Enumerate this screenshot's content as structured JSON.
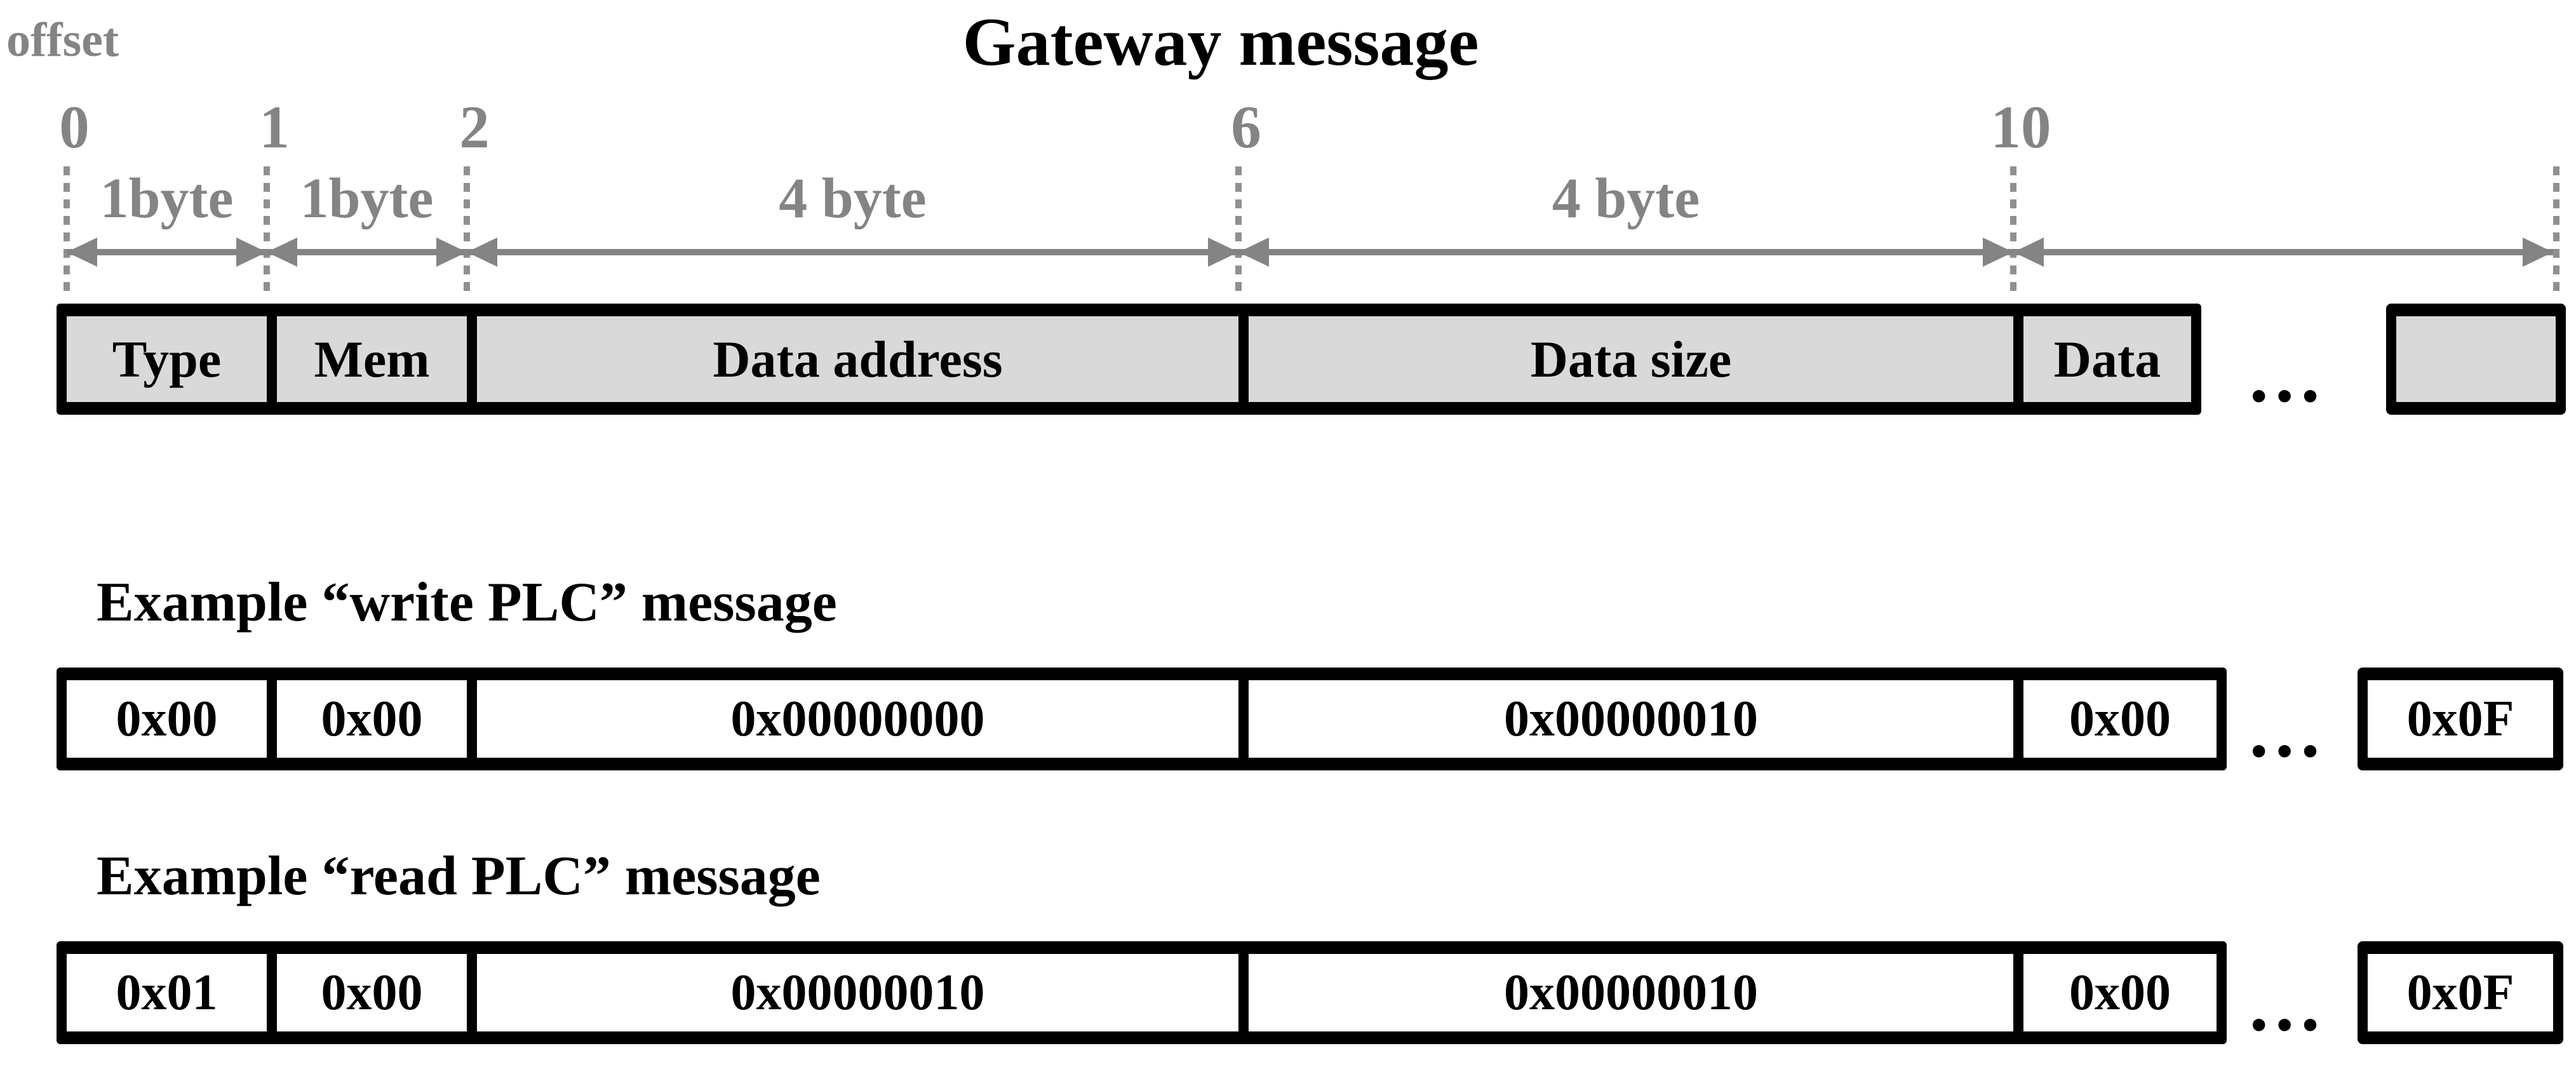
{
  "title": "Gateway message",
  "offset_axis": {
    "label": "offset",
    "values": [
      "0",
      "1",
      "2",
      "6",
      "10"
    ]
  },
  "byte_spans": [
    "1byte",
    "1byte",
    "4 byte",
    "4 byte",
    ""
  ],
  "gateway_row": {
    "fields": [
      "Type",
      "Mem",
      "Data address",
      "Data size",
      "Data"
    ],
    "ellipsis": "…",
    "trailing": ""
  },
  "examples": [
    {
      "heading": "Example “write PLC” message",
      "values": [
        "0x00",
        "0x00",
        "0x00000000",
        "0x00000010",
        "0x00"
      ],
      "ellipsis": "…",
      "trailing": "0x0F"
    },
    {
      "heading": "Example “read PLC” message",
      "values": [
        "0x01",
        "0x00",
        "0x00000010",
        "0x00000010",
        "0x00"
      ],
      "ellipsis": "…",
      "trailing": "0x0F"
    }
  ],
  "colors": {
    "annotation_gray": "#848484",
    "cell_fill_gray": "#d9d9d9",
    "border_black": "#000000",
    "text_black": "#000000",
    "background": "#ffffff"
  }
}
